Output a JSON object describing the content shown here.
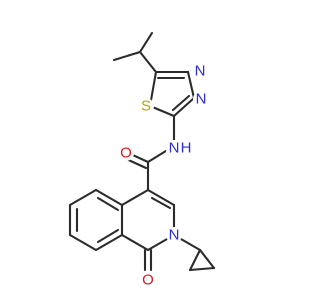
{
  "molecule": {
    "atom_colors": {
      "N": "#2b2bdc",
      "O": "#e0141c",
      "S": "#b8aa00",
      "C": "#2b2b2b"
    },
    "labels": {
      "thiadiazole_s": "S",
      "thiadiazole_n3": "N",
      "thiadiazole_n4": "N",
      "amide_o": "O",
      "amide_nh": "N",
      "amide_h": "H",
      "ring_n": "N",
      "ketone_o": "O"
    }
  }
}
